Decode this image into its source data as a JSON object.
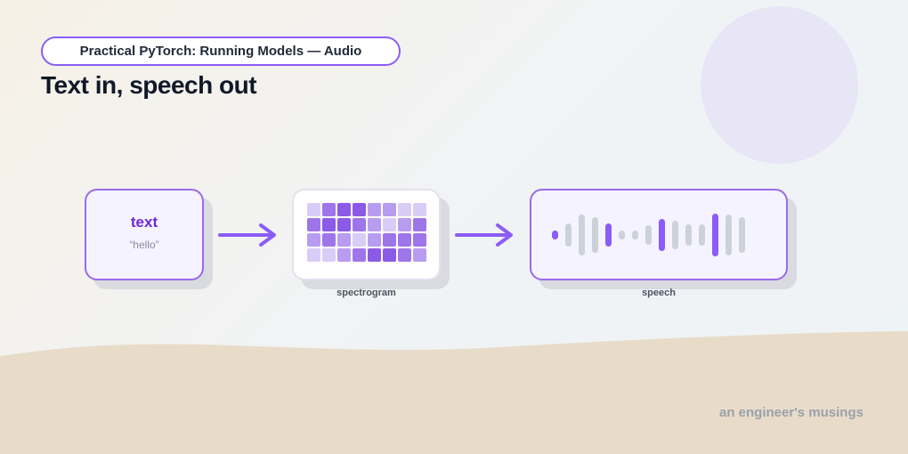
{
  "header": {
    "pill_label": "Practical PyTorch: Running Models — Audio",
    "title": "Text in, speech out"
  },
  "nodes": {
    "text": {
      "title": "text",
      "subtitle": "“hello”"
    },
    "spectrogram": {
      "caption": "spectrogram",
      "levels": [
        [
          1,
          3,
          4,
          4,
          2,
          2,
          1,
          1
        ],
        [
          3,
          4,
          4,
          3,
          2,
          1,
          2,
          3
        ],
        [
          2,
          3,
          2,
          1,
          2,
          3,
          3,
          3
        ],
        [
          1,
          1,
          2,
          3,
          4,
          4,
          3,
          2
        ]
      ]
    },
    "speech": {
      "caption": "speech",
      "bars": [
        {
          "h": 10,
          "accent": true
        },
        {
          "h": 26,
          "accent": false
        },
        {
          "h": 46,
          "accent": false
        },
        {
          "h": 40,
          "accent": false
        },
        {
          "h": 26,
          "accent": true
        },
        {
          "h": 10,
          "accent": false
        },
        {
          "h": 10,
          "accent": false
        },
        {
          "h": 22,
          "accent": false
        },
        {
          "h": 36,
          "accent": true
        },
        {
          "h": 32,
          "accent": false
        },
        {
          "h": 24,
          "accent": false
        },
        {
          "h": 24,
          "accent": false
        },
        {
          "h": 48,
          "accent": true
        },
        {
          "h": 46,
          "accent": false
        },
        {
          "h": 40,
          "accent": false
        }
      ]
    }
  },
  "colors": {
    "accent": "#8b5cf6",
    "spec_levels": [
      "#ede9fb",
      "#d8cdf7",
      "#b89cf0",
      "#9f75ea",
      "#8b5ae6"
    ],
    "wave_accent": "#8b5cf6",
    "wave_muted": "#cdd2d9"
  },
  "footer": {
    "brand": "an engineer's musings"
  }
}
